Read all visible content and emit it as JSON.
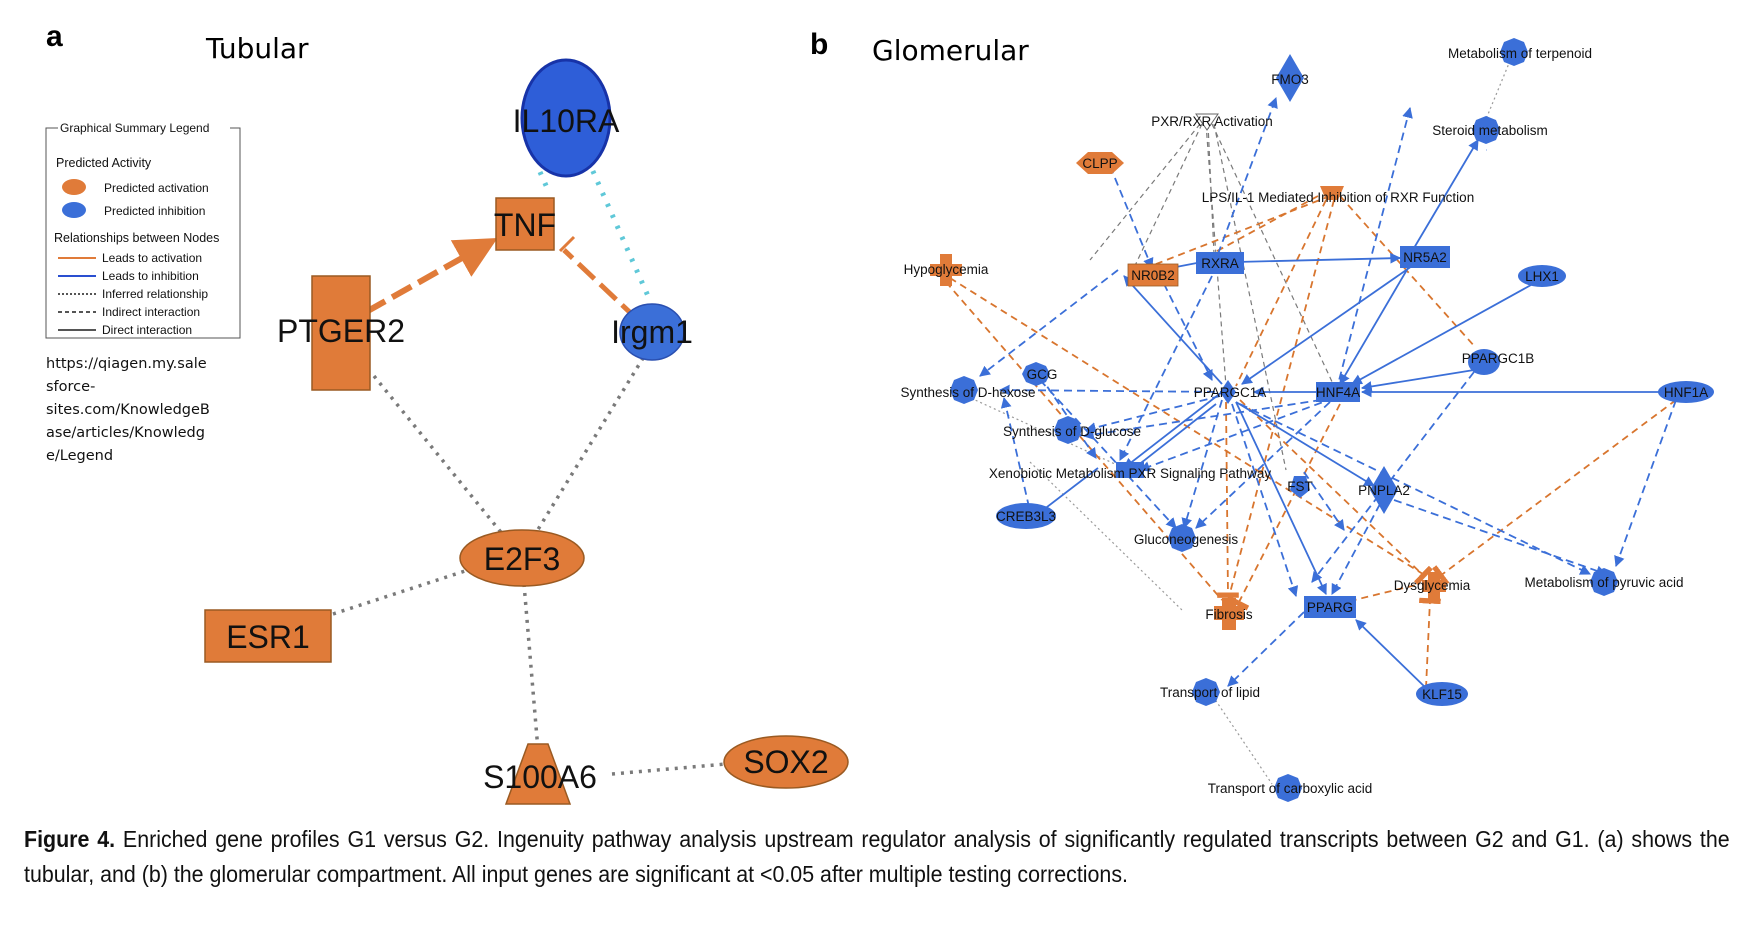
{
  "colors": {
    "activation": "#e07b39",
    "inhibition": "#3b6fd8",
    "inferred": "#7a7a7a",
    "turquoise": "#5fc8d8",
    "border": "#8a5a2b"
  },
  "panel_a": {
    "letter": "a",
    "title": "Tubular",
    "nodes": {
      "il10ra": "IL10RA",
      "tnf": "TNF",
      "ptger2": "PTGER2",
      "irgm1": "Irgm1",
      "e2f3": "E2F3",
      "esr1": "ESR1",
      "s100a6": "S100A6",
      "sox2": "SOX2"
    },
    "legend": {
      "title": "Graphical Summary Legend",
      "predicted_activity": "Predicted Activity",
      "activation": "Predicted activation",
      "inhibition": "Predicted inhibition",
      "relationships": "Relationships between Nodes",
      "leads_activation": "Leads to activation",
      "leads_inhibition": "Leads to inhibition",
      "inferred": "Inferred relationship",
      "indirect": "Indirect interaction",
      "direct": "Direct interaction"
    },
    "url_lines": [
      "https://qiagen.my.sale",
      "sforce-",
      "sites.com/KnowledgeB",
      "ase/articles/Knowledg",
      "e/Legend"
    ]
  },
  "panel_b": {
    "letter": "b",
    "title": "Glomerular",
    "nodes": {
      "fmo3": "FMO3",
      "metab_terpenoid": "Metabolism of terpenoid",
      "steroid": "Steroid metabolism",
      "pxr": "PXR/RXR Activation",
      "clpp": "CLPP",
      "lps": "LPS/IL-1 Mediated Inhibition of RXR Function",
      "hypoglycemia": "Hypoglycemia",
      "nr0b2": "NR0B2",
      "rxra": "RXRA",
      "nr5a2": "NR5A2",
      "lhx1": "LHX1",
      "ppargc1b": "PPARGC1B",
      "gcg": "GCG",
      "synth_dhexose": "Synthesis of D-hexose",
      "ppargc1a": "PPARGC1A",
      "hnf4a": "HNF4A",
      "hnf1a": "HNF1A",
      "synth_dglucose": "Synthesis of D-glucose",
      "xeno": "Xenobiotic Metabolism PXR Signaling Pathway",
      "fst": "FST",
      "pnpla2": "PNPLA2",
      "creb3l3": "CREB3L3",
      "gluconeogenesis": "Gluconeogenesis",
      "dysglycemia": "Dysglycemia",
      "metab_pyruvic": "Metabolism of pyruvic acid",
      "fibrosis": "Fibrosis",
      "pparg": "PPARG",
      "transport_lipid": "Transport of lipid",
      "klf15": "KLF15",
      "transport_carb": "Transport of carboxylic acid"
    }
  },
  "caption": {
    "label": "Figure 4.",
    "text": "Enriched gene profiles G1 versus G2. Ingenuity pathway analysis upstream regulator analysis of significantly regulated transcripts between G2 and G1. (a) shows the tubular, and (b) the glomerular compartment. All input genes are significant at <0.05 after multiple testing corrections."
  }
}
